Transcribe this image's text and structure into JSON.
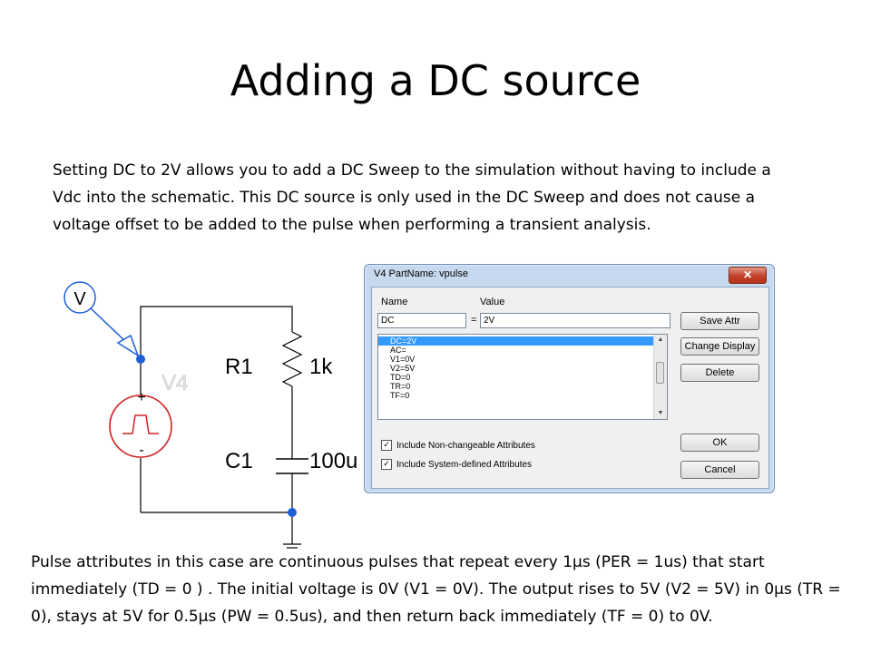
{
  "slide": {
    "title": "Adding a DC source",
    "top_paragraph": "Setting DC to 2V allows you to add a DC Sweep to the simulation without having to include a Vdc into the schematic.  This DC source is only used in the DC Sweep and does not cause a voltage offset to be added to the pulse when performing a transient analysis.",
    "bottom_paragraph": {
      "p1": "Pulse attributes in this case are continuous pulses that repeat every 1",
      "p2": "s (PER = 1us) that start immediately (TD = 0 ) .  The initial voltage is 0V (V1 = 0V).  The output rises to 5V (V2 = 5V) in 0",
      "p3": "s (TR = 0), stays at 5V for 0.5",
      "p4": "s (PW = 0.5us), and then return back immediately (TF = 0) to 0V.",
      "mu": "μ"
    }
  },
  "circuit": {
    "probe_label": "V",
    "source_label": "V4",
    "plus": "+",
    "minus": "-",
    "r_name": "R1",
    "r_value": "1k",
    "c_name": "C1",
    "c_value": "100u"
  },
  "dialog": {
    "title": "V4    PartName: vpulse",
    "close_glyph": "✕",
    "name_header": "Name",
    "value_header": "Value",
    "name_field": "DC",
    "equals": "=",
    "value_field": "2V",
    "attributes": [
      "DC=2V",
      "AC=",
      "V1=0V",
      "V2=5V",
      "TD=0",
      "TR=0",
      "TF=0"
    ],
    "selected_index": 0,
    "buttons": {
      "save": "Save Attr",
      "change_display": "Change Display",
      "delete": "Delete",
      "ok": "OK",
      "cancel": "Cancel"
    },
    "checkboxes": {
      "non_changeable": "Include Non-changeable Attributes",
      "system_defined": "Include System-defined Attributes",
      "check_glyph": "✓"
    }
  },
  "colors": {
    "wire": "#000000",
    "node": "#1f5fd6",
    "source": "#d22222",
    "title_bar": "#c7d9ee",
    "selection": "#3399ff"
  }
}
